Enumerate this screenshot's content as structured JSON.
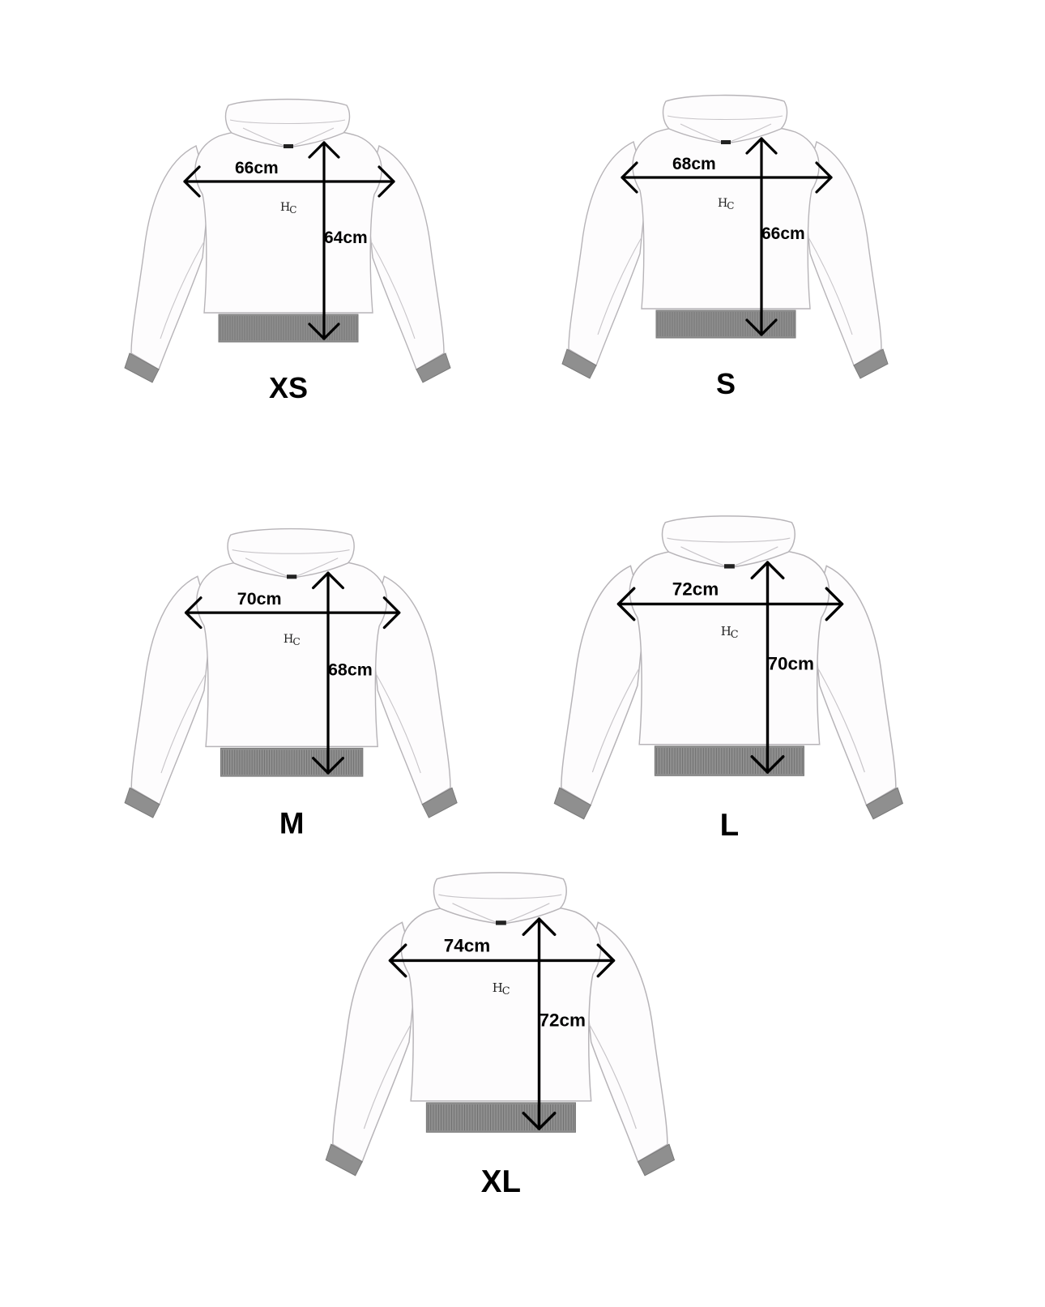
{
  "sizes": [
    {
      "size": "XS",
      "chest": "66cm",
      "length": "64cm"
    },
    {
      "size": "S",
      "chest": "68cm",
      "length": "66cm"
    },
    {
      "size": "M",
      "chest": "70cm",
      "length": "68cm"
    },
    {
      "size": "L",
      "chest": "72cm",
      "length": "70cm"
    },
    {
      "size": "XL",
      "chest": "74cm",
      "length": "72cm"
    }
  ],
  "logo": {
    "main": "H",
    "sub": "C"
  },
  "colors": {
    "garment": "#fdfcfd",
    "outline": "#b7b4b8",
    "rib": "#8f8f8f",
    "arrow": "#000000"
  }
}
